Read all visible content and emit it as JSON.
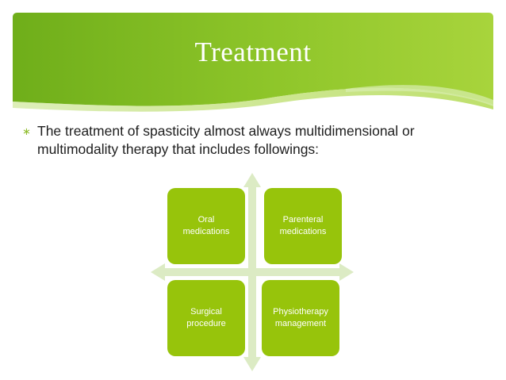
{
  "slide": {
    "title": "Treatment",
    "bullet": {
      "glyph": "∗",
      "text": "The treatment of spasticity almost always multidimensional or multimodality therapy that includes followings:"
    },
    "diagram": {
      "boxes": [
        {
          "label": "Oral\nmedications"
        },
        {
          "label": "Parenteral\nmedications"
        },
        {
          "label": "Surgical\nprocedure"
        },
        {
          "label": "Physiotherapy\nmanagement"
        }
      ]
    }
  },
  "colors": {
    "header_green": "#8cc21c",
    "box_green": "#97c40b",
    "arrow_green": "#dcebc4",
    "bullet_green": "#8fbd2c"
  }
}
